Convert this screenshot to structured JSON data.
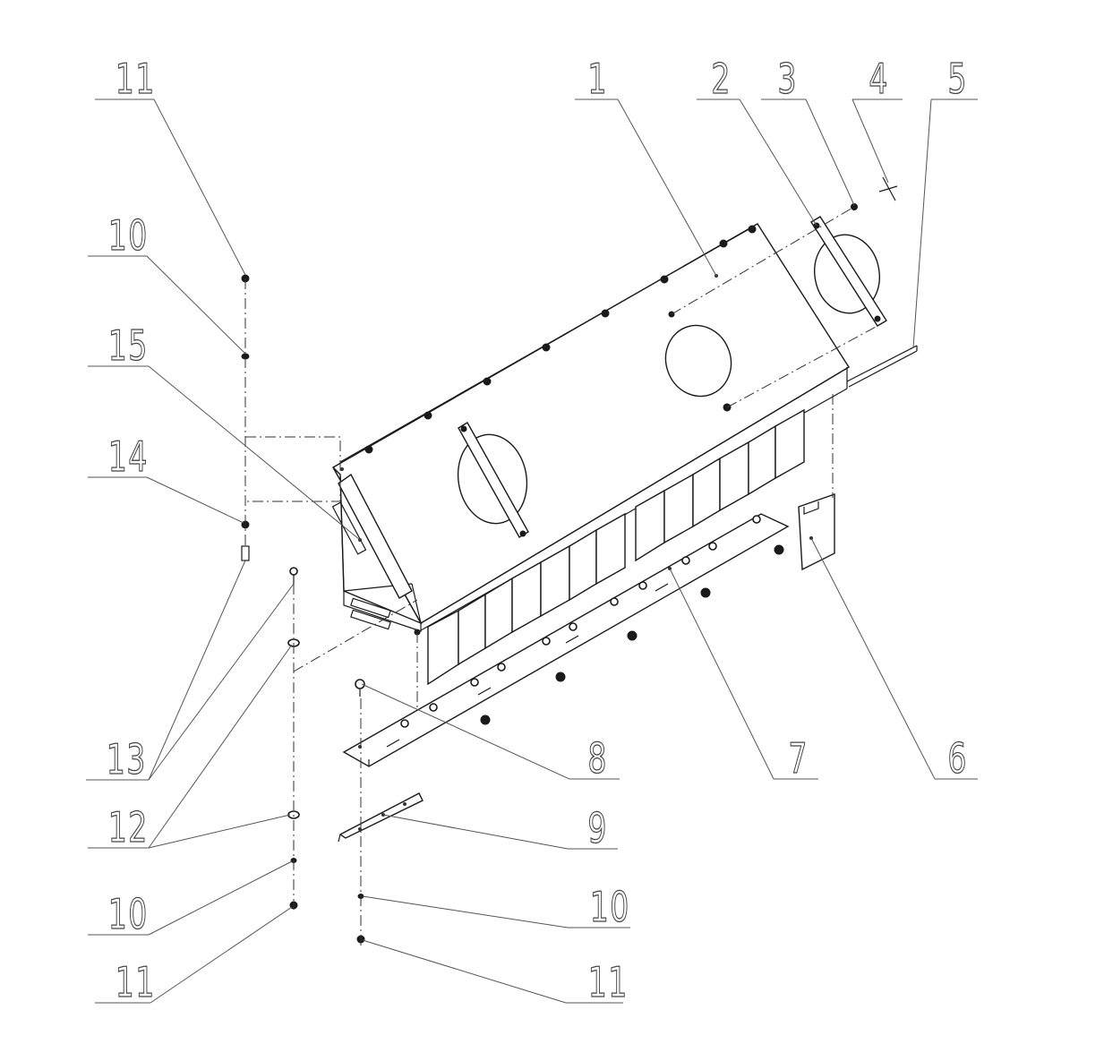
{
  "callouts": [
    {
      "id": "c1",
      "label": "1"
    },
    {
      "id": "c2",
      "label": "2"
    },
    {
      "id": "c3",
      "label": "3"
    },
    {
      "id": "c4",
      "label": "4"
    },
    {
      "id": "c5",
      "label": "5"
    },
    {
      "id": "c6",
      "label": "6"
    },
    {
      "id": "c7",
      "label": "7"
    },
    {
      "id": "c8",
      "label": "8"
    },
    {
      "id": "c9",
      "label": "9"
    },
    {
      "id": "c10a",
      "label": "10"
    },
    {
      "id": "c10b",
      "label": "10"
    },
    {
      "id": "c10c",
      "label": "10"
    },
    {
      "id": "c11a",
      "label": "11"
    },
    {
      "id": "c11b",
      "label": "11"
    },
    {
      "id": "c11c",
      "label": "11"
    },
    {
      "id": "c12",
      "label": "12"
    },
    {
      "id": "c13",
      "label": "13"
    },
    {
      "id": "c14",
      "label": "14"
    },
    {
      "id": "c15",
      "label": "15"
    }
  ],
  "colors": {
    "line": "#1a1a1a",
    "leader": "#555555",
    "background": "#ffffff"
  }
}
